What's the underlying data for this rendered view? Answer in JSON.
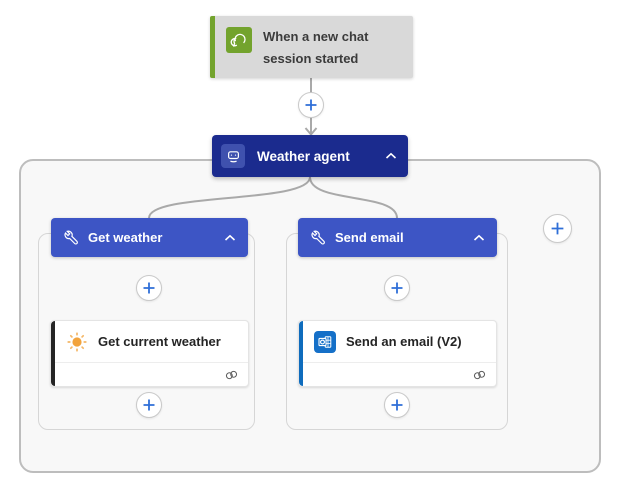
{
  "trigger": {
    "title": "When a new chat session started",
    "icon": "chat-bubbles-icon"
  },
  "agent": {
    "title": "Weather agent",
    "icon": "bot-icon",
    "collapse_icon": "chevron-up-icon"
  },
  "branches": [
    {
      "title": "Get weather",
      "icon": "wrench-icon",
      "collapse_icon": "chevron-up-icon",
      "action": {
        "title": "Get current weather",
        "icon": "sun-weather-icon",
        "connection_icon": "connection-rings-icon"
      }
    },
    {
      "title": "Send email",
      "icon": "wrench-icon",
      "collapse_icon": "chevron-up-icon",
      "action": {
        "title": "Send an email (V2)",
        "icon": "outlook-icon",
        "connection_icon": "connection-rings-icon"
      }
    }
  ],
  "plus_buttons": {
    "count": 6,
    "icon": "plus-icon"
  },
  "colors": {
    "agent_blue": "#1b2b8e",
    "branch_blue": "#3d55c5",
    "trigger_gray": "#d9d9d9",
    "trigger_green": "#73a32d",
    "weather_accent": "#242424",
    "email_accent": "#0f6cbd",
    "outlook_icon_blue": "#1570c8",
    "sun_orange": "#f2a33c",
    "plus_blue": "#2f6fd8",
    "connector_gray": "#a9a9a9",
    "scope_background": "#f8f8f8"
  }
}
